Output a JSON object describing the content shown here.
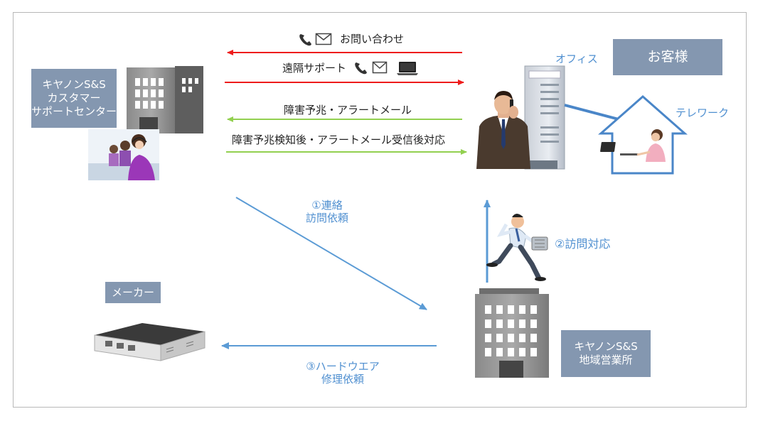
{
  "messages": {
    "inquiry": "お問い合わせ",
    "remote_support": "遠隔サポート",
    "fault_alert": "障害予兆・アラートメール",
    "fault_response": "障害予兆検知後・アラートメール受信後対応"
  },
  "labels": {
    "office": "オフィス",
    "customer": "お客様",
    "telework": "テレワーク",
    "support_center_lines": [
      "キヤノンS&S",
      "カスタマー",
      "サポートセンター"
    ],
    "maker": "メーカー",
    "branch_lines": [
      "キヤノンS&S",
      "地域営業所"
    ]
  },
  "steps": {
    "step1_lines": [
      "①連絡",
      "訪問依頼"
    ],
    "step2": "②訪問対応",
    "step3_lines": [
      "③ハードウエア",
      "修理依頼"
    ]
  },
  "colors": {
    "red_arrow": "#ee1c1c",
    "green_arrow": "#92d050",
    "blue_arrow": "#5b9bd5",
    "label_box": "#8497b0",
    "label_blue": "#4f8fd0"
  }
}
